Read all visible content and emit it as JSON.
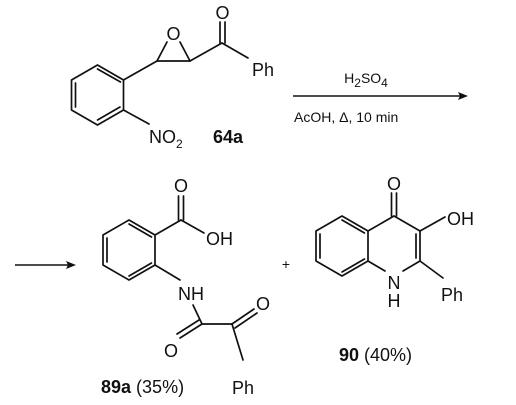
{
  "scheme": {
    "reactant": {
      "label": "64a",
      "atoms": {
        "ketone_O": "O",
        "epoxide_O": "O",
        "phenyl": "Ph",
        "nitro": "NO",
        "nitro_sub": "2"
      }
    },
    "reagents": {
      "above_main": "H",
      "above_sub": "2",
      "above_rest": "SO",
      "above_sub2": "4",
      "below": "AcOH, Δ, 10 min"
    },
    "plus": "+",
    "product_a": {
      "label": "89a",
      "yield": "(35%)",
      "atoms": {
        "acid_O": "O",
        "acid_OH": "OH",
        "amide_NH": "NH",
        "amide_O": "O",
        "keto_O": "O",
        "phenyl": "Ph"
      }
    },
    "product_b": {
      "label": "90",
      "yield": "(40%)",
      "atoms": {
        "oxo_O": "O",
        "hydroxy": "OH",
        "ring_N": "N",
        "ring_H": "H",
        "phenyl": "Ph"
      }
    }
  }
}
